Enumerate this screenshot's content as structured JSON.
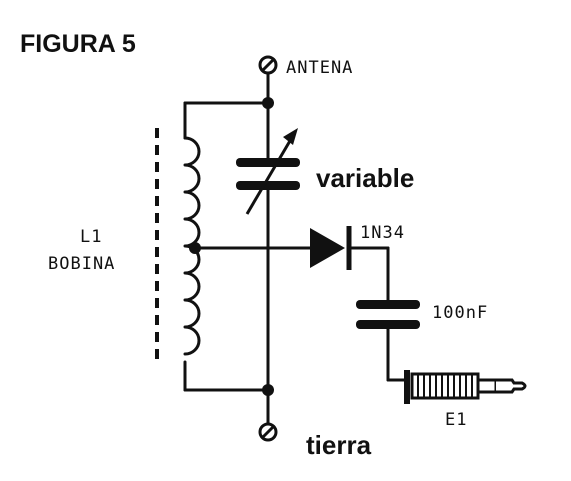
{
  "figure": {
    "title": "FIGURA 5"
  },
  "labels": {
    "antenna": "ANTENA",
    "variable": "variable",
    "coil_line1": "L1",
    "coil_line2": "BOBINA",
    "diode": "1N34",
    "capacitor": "100nF",
    "earphone": "E1",
    "ground": "tierra"
  },
  "colors": {
    "ink": "#111111",
    "background": "#ffffff"
  }
}
